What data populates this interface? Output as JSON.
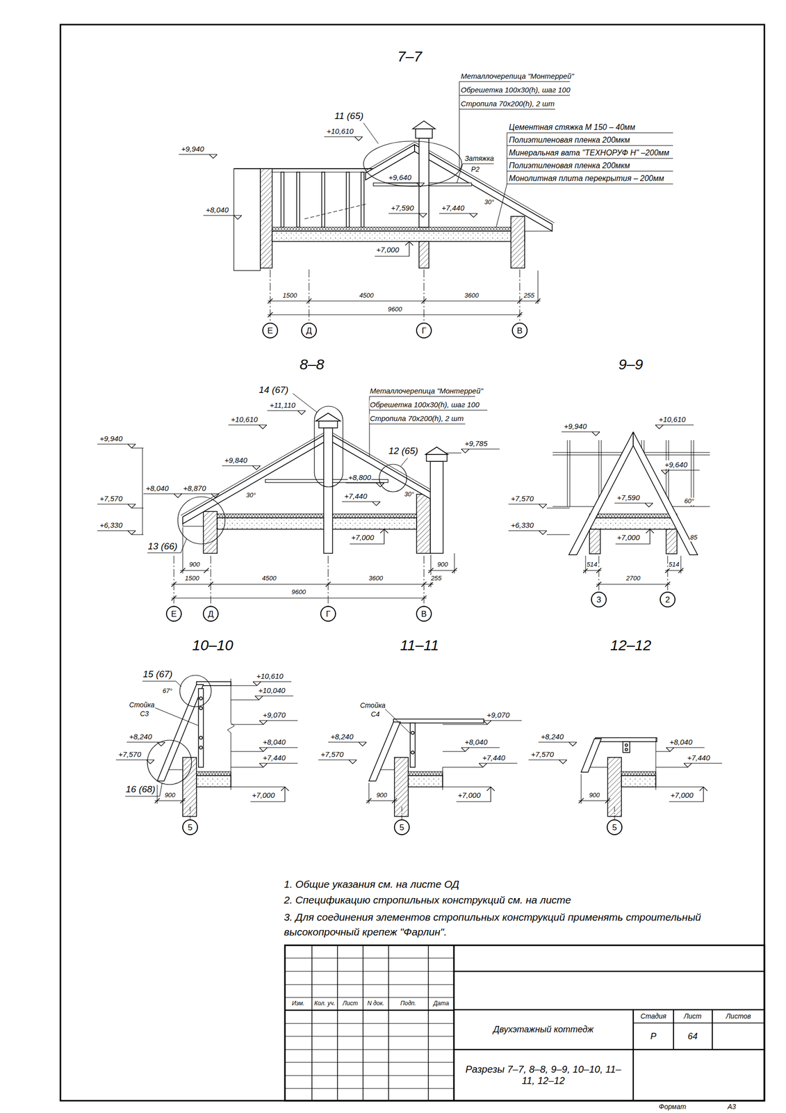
{
  "diagram": {
    "nodes": [
      {
        "text": [
          "Е"
        ]
      },
      {
        "text": [
          "Д"
        ]
      },
      {
        "text": [
          "Г"
        ]
      },
      {
        "text": [
          "В"
        ]
      },
      {
        "text": [
          "Е"
        ]
      },
      {
        "text": [
          "Д"
        ]
      },
      {
        "text": [
          "Г"
        ]
      },
      {
        "text": [
          "В"
        ]
      },
      {
        "text": [
          "3"
        ]
      },
      {
        "text": [
          "2"
        ]
      },
      {
        "text": [
          "5"
        ]
      },
      {
        "text": [
          "5"
        ]
      },
      {
        "text": [
          "5"
        ]
      }
    ],
    "labels": [
      "7–7",
      "Металлочерепица \"Монтеррей\"",
      "Обрешетка 100х30(h), шаг 100",
      "Стропила 70х200(h), 2 шт",
      "11 (65)",
      "+10,610",
      "+9,940",
      "Затяжка",
      "Р2",
      "+9,640",
      "Цементная стяжка М 150 – 40мм",
      "Полиэтиленовая пленка 200мкм",
      "Минеральная вата \"ТЕХНОРУФ Н\" –200мм",
      "Полиэтиленовая пленка 200мкм",
      "Монолитная плита перекрытия – 200мм",
      "+8,040",
      "+7,590",
      "+7,440",
      "30°",
      "+7,000",
      "1500",
      "4500",
      "3600",
      "255",
      "9600",
      "8–8",
      "14 (67)",
      "+11,110",
      "+10,610",
      "Металлочерепица \"Монтеррей\"",
      "Обрешетка 100х30(h), шаг 100",
      "Стропила 70х200(h), 2 шт",
      "+9,940",
      "+9,785",
      "12 (65)",
      "+9,840",
      "+8,040",
      "+8,870",
      "+8,800",
      "+7,440",
      "30°",
      "30°",
      "+7,570",
      "13 (66)",
      "+6,330",
      "+7,000",
      "900",
      "900",
      "1500",
      "4500",
      "3600",
      "255",
      "9600",
      "9–9",
      "+9,940",
      "+10,610",
      "+9,640",
      "+7,570",
      "+7,590",
      "60°",
      "+6,330",
      "+7,000",
      "85",
      "514",
      "2700",
      "514",
      "10–10",
      "15 (67)",
      "+10,610",
      "+10,040",
      "Стойка",
      "С3",
      "67°",
      "+9,070",
      "+8,240",
      "+8,040",
      "+7,570",
      "+7,440",
      "16 (68)",
      "900",
      "+7,000",
      "11–11",
      "Стойка",
      "С4",
      "+9,070",
      "+8,240",
      "+8,040",
      "+7,570",
      "+7,440",
      "900",
      "+7,000",
      "12–12",
      "+8,240",
      "+8,040",
      "+7,570",
      "+7,440",
      "900",
      "+7,000",
      "1. Общие указания см. на листе ОД",
      "2. Спецификацию стропильных конструкций см. на листе",
      "3. Для соединения элементов стропильных конструкций применять строительный высокопрочный крепеж \"Фарлин\".",
      "Изм.",
      "Кол. уч.",
      "Лист",
      "N док.",
      "Подп.",
      "Дата",
      "Двухэтажный коттедж",
      "Стадия",
      "Лист",
      "Листов",
      "Р",
      "64",
      "Разрезы 7–7, 8–8, 9–9, 10–10, 11–11, 12–12",
      "Формат",
      "А3"
    ]
  }
}
